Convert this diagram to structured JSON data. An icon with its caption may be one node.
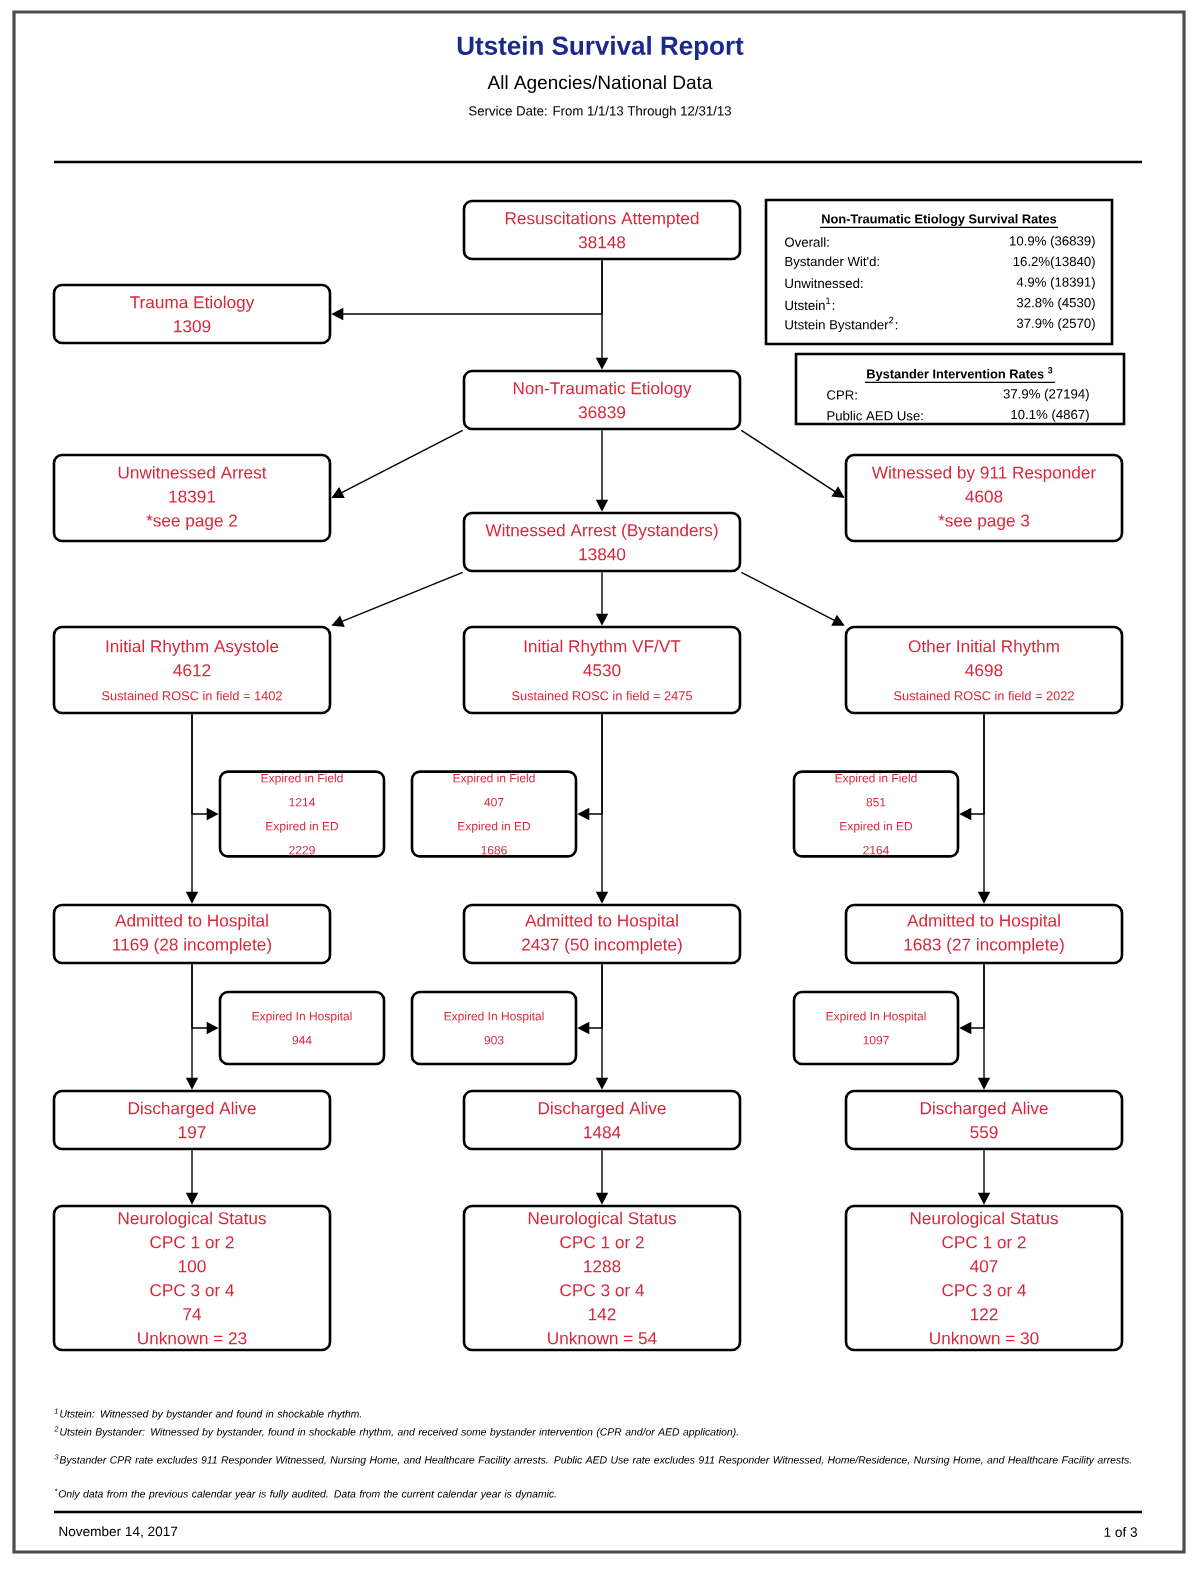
{
  "diagram": {
    "title": "Utstein Survival Report",
    "nodes": [
      {
        "text": [
          "Resuscitations Attempted",
          "38148"
        ]
      },
      {
        "text": [
          "Trauma Etiology",
          "1309"
        ]
      },
      {
        "text": [
          "Non-Traumatic Etiology",
          "36839"
        ]
      },
      {
        "text": [
          "Unwitnessed Arrest",
          "18391",
          "*see page 2"
        ]
      },
      {
        "text": [
          "Witnessed by 911 Responder",
          "4608",
          "*see page 3"
        ]
      },
      {
        "text": [
          "Witnessed Arrest (Bystanders)",
          "13840"
        ]
      },
      {
        "text": [
          "Initial Rhythm Asystole",
          "4612",
          "Sustained ROSC in field = 1402"
        ]
      },
      {
        "text": [
          "Initial Rhythm VF/VT",
          "4530",
          "Sustained ROSC in field = 2475"
        ]
      },
      {
        "text": [
          "Other Initial Rhythm",
          "4698",
          "Sustained ROSC in field = 2022"
        ]
      },
      {
        "text": [
          "Expired in Field",
          "1214",
          "Expired in ED",
          "2229"
        ]
      },
      {
        "text": [
          "Expired in Field",
          "407",
          "Expired in ED",
          "1686"
        ]
      },
      {
        "text": [
          "Expired in Field",
          "851",
          "Expired in ED",
          "2164"
        ]
      },
      {
        "text": [
          "Admitted to Hospital",
          "1169 (28 incomplete)"
        ]
      },
      {
        "text": [
          "Admitted to Hospital",
          "2437 (50 incomplete)"
        ]
      },
      {
        "text": [
          "Admitted to Hospital",
          "1683 (27 incomplete)"
        ]
      },
      {
        "text": [
          "Expired In Hospital",
          "944"
        ]
      },
      {
        "text": [
          "Expired In Hospital",
          "903"
        ]
      },
      {
        "text": [
          "Expired In Hospital",
          "1097"
        ]
      },
      {
        "text": [
          "Discharged Alive",
          "197"
        ]
      },
      {
        "text": [
          "Discharged Alive",
          "1484"
        ]
      },
      {
        "text": [
          "Discharged Alive",
          "559"
        ]
      },
      {
        "text": [
          "Neurological Status",
          "CPC 1 or 2",
          "100",
          "CPC 3 or 4",
          "74",
          "Unknown = 23"
        ]
      },
      {
        "text": [
          "Neurological Status",
          "CPC 1 or 2",
          "1288",
          "CPC 3 or 4",
          "142",
          "Unknown = 54"
        ]
      },
      {
        "text": [
          "Neurological Status",
          "CPC 1 or 2",
          "407",
          "CPC 3 or 4",
          "122",
          "Unknown = 30"
        ]
      },
      {
        "text": [
          "Non-Traumatic Etiology Survival Rates",
          "Overall:",
          "10.9% (36839)",
          "Bystander Wit'd:",
          "16.2%(13840)",
          "Unwitnessed:",
          "4.9% (18391)",
          "Utstein$^{1}$:",
          "32.8% (4530)",
          "Utstein Bystander$^{2}$:",
          "37.9% (2570)"
        ]
      },
      {
        "text": [
          "Bystander Intervention Rates $^{3}$",
          "CPR:",
          "37.9% (27194)",
          "Public AED Use:",
          "10.1% (4867)"
        ]
      }
    ],
    "edges": [
      {
        "from": 0,
        "to": 1,
        "arrow": "to"
      },
      {
        "from": 0,
        "to": 2,
        "arrow": "to"
      },
      {
        "from": 2,
        "to": 3,
        "arrow": "to"
      },
      {
        "from": 2,
        "to": 5,
        "arrow": "to"
      },
      {
        "from": 2,
        "to": 4,
        "arrow": "to"
      },
      {
        "from": 5,
        "to": 6,
        "arrow": "to"
      },
      {
        "from": 5,
        "to": 7,
        "arrow": "to"
      },
      {
        "from": 5,
        "to": 8,
        "arrow": "to"
      },
      {
        "from": 6,
        "to": 9,
        "arrow": "to"
      },
      {
        "from": 6,
        "to": 12,
        "arrow": "to"
      },
      {
        "from": 7,
        "to": 10,
        "arrow": "to"
      },
      {
        "from": 7,
        "to": 13,
        "arrow": "to"
      },
      {
        "from": 8,
        "to": 11,
        "arrow": "to"
      },
      {
        "from": 8,
        "to": 14,
        "arrow": "to"
      },
      {
        "from": 12,
        "to": 15,
        "arrow": "to"
      },
      {
        "from": 12,
        "to": 18,
        "arrow": "to"
      },
      {
        "from": 13,
        "to": 16,
        "arrow": "to"
      },
      {
        "from": 13,
        "to": 19,
        "arrow": "to"
      },
      {
        "from": 14,
        "to": 17,
        "arrow": "to"
      },
      {
        "from": 14,
        "to": 20,
        "arrow": "to"
      },
      {
        "from": 18,
        "to": 21,
        "arrow": "to"
      },
      {
        "from": 19,
        "to": 22,
        "arrow": "to"
      },
      {
        "from": 20,
        "to": 23,
        "arrow": "to"
      }
    ],
    "labels": [
      "All Agencies/National Data",
      "Service Date: From 1/1/13 Through 12/31/13",
      "$^{1}$Utstein: Witnessed by bystander and found in shockable rhythm.",
      "$^{2}$Utstein Bystander: Witnessed by bystander, found in shockable rhythm, and received some bystander intervention (CPR and/or AED application).",
      "$^{3}$Bystander CPR rate excludes 911 Responder Witnessed, Nursing Home, and Healthcare Facility arrests. Public AED Use rate excludes 911 Responder Witnessed, Home/Residence, Nursing Home, and Healthcare Facility arrests.",
      "$^{*}$Only data from the previous calendar year is fully audited. Data from the current calendar year is dynamic.",
      "November 14, 2017",
      "1 of 3"
    ]
  }
}
